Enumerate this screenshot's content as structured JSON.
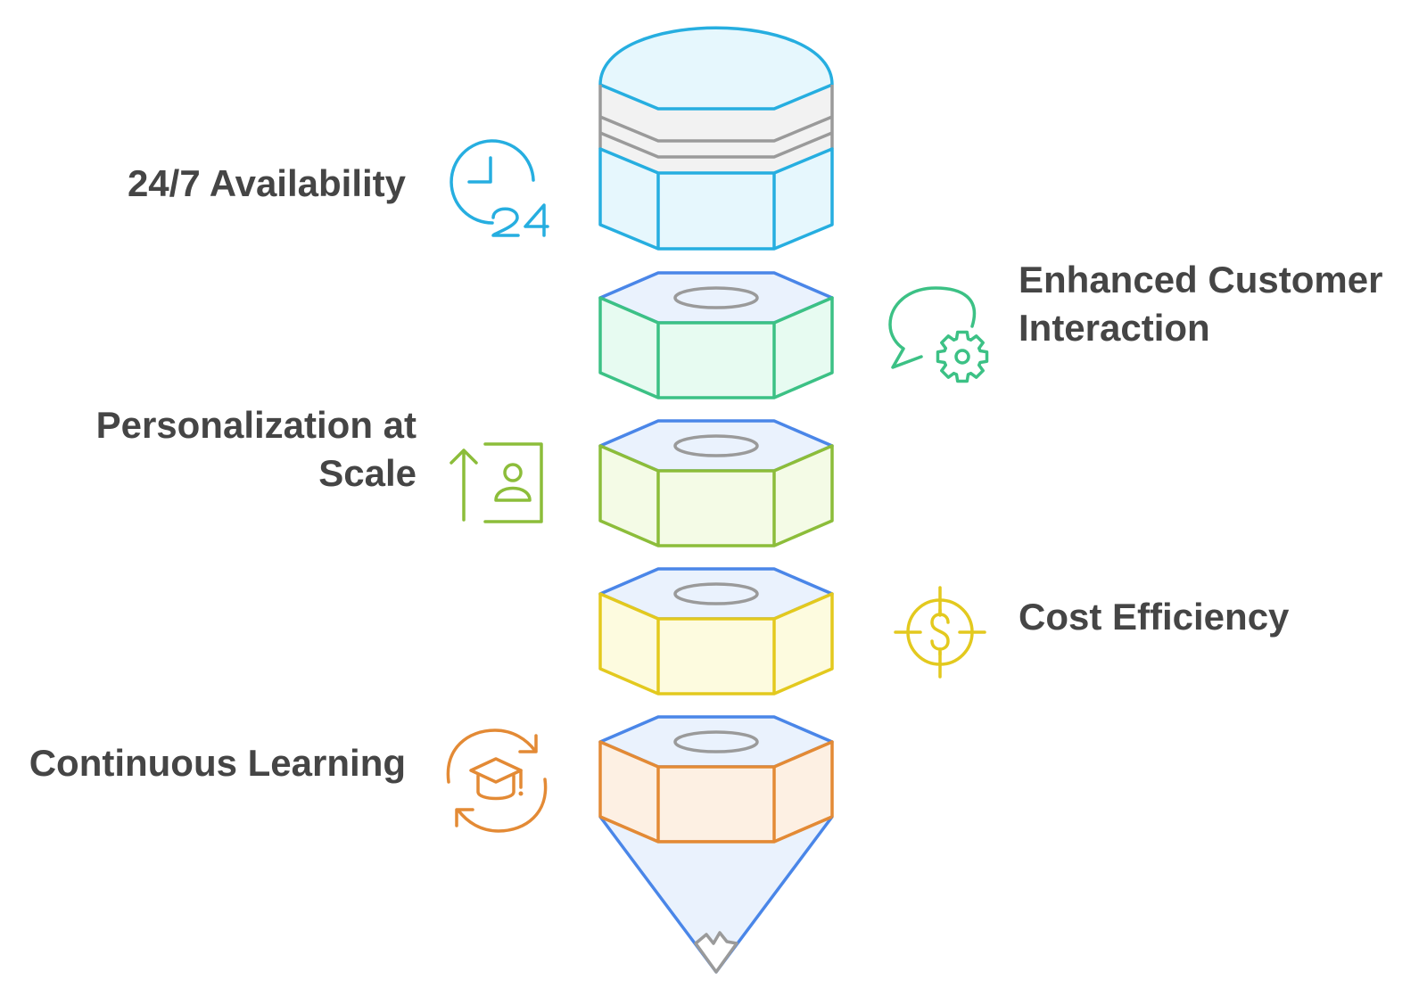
{
  "pencil_stack": {
    "cap_colors": {
      "stroke": "#26aee0",
      "fill": "#e6f7fd",
      "band_stroke": "#9a9a9a",
      "band_fill": "#f2f2f2"
    },
    "tip_colors": {
      "stroke": "#4a86e8",
      "fill": "#eaf2fd",
      "lead": "#9a9a9a"
    }
  },
  "items": [
    {
      "id": "availability",
      "side": "left",
      "lines": [
        "24/7 Availability"
      ],
      "icon": "clock-24-icon",
      "color": "#26aee0",
      "fill": "#e6f7fd"
    },
    {
      "id": "interaction",
      "side": "right",
      "lines": [
        "Enhanced Customer",
        "Interaction"
      ],
      "icon": "chat-gear-icon",
      "color": "#3cc185",
      "fill": "#e7fbf1"
    },
    {
      "id": "personalization",
      "side": "left",
      "lines": [
        "Personalization at",
        "Scale"
      ],
      "icon": "user-upgrade-icon",
      "color": "#8cbd3a",
      "fill": "#f4fbe6"
    },
    {
      "id": "cost",
      "side": "right",
      "lines": [
        "Cost Efficiency"
      ],
      "icon": "dollar-target-icon",
      "color": "#e3c91e",
      "fill": "#fdfbdf"
    },
    {
      "id": "learning",
      "side": "left",
      "lines": [
        "Continuous Learning"
      ],
      "icon": "graduation-cycle-icon",
      "color": "#e38a35",
      "fill": "#fdf0e3"
    }
  ]
}
